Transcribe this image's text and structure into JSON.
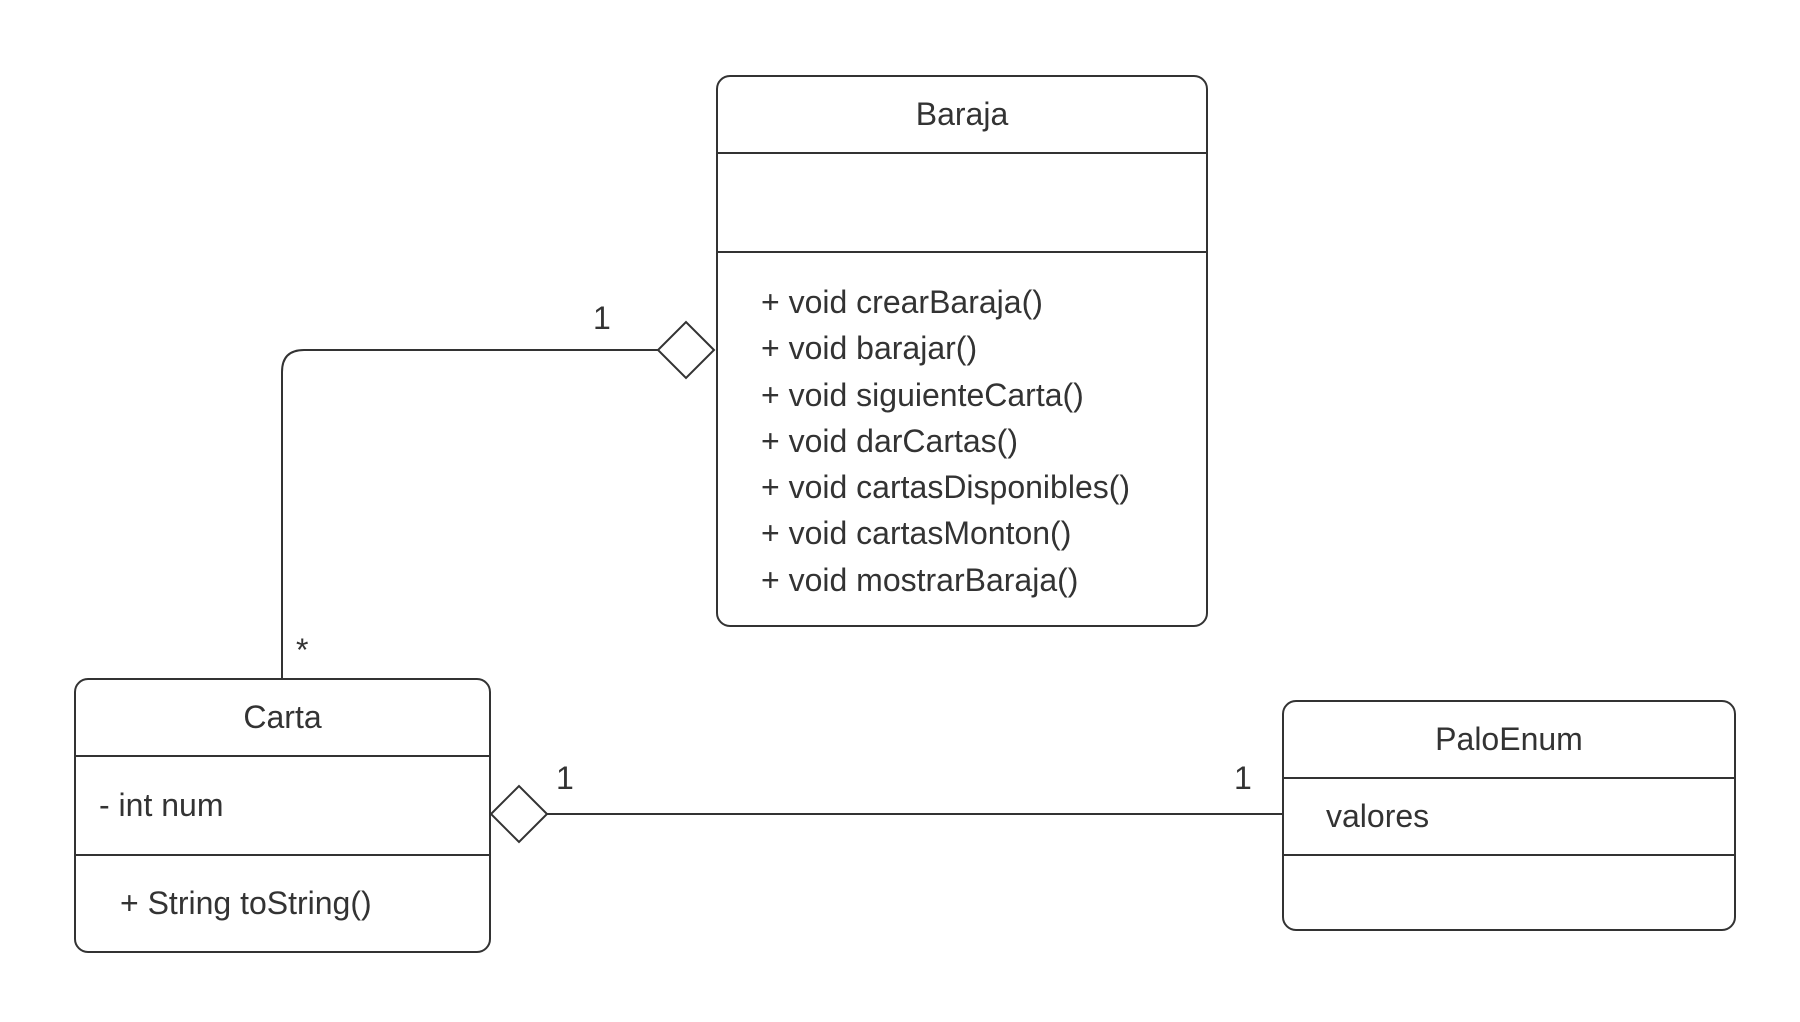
{
  "classes": {
    "baraja": {
      "name": "Baraja",
      "attributes": [],
      "methods": [
        "+ void crearBaraja()",
        "+ void barajar()",
        "+ void siguienteCarta()",
        "+ void darCartas()",
        "+ void cartasDisponibles()",
        "+ void cartasMonton()",
        "+ void mostrarBaraja()"
      ]
    },
    "carta": {
      "name": "Carta",
      "attributes": [
        "- int num"
      ],
      "methods": [
        "+ String toString()"
      ]
    },
    "paloenum": {
      "name": "PaloEnum",
      "attributes": [
        "valores"
      ],
      "methods": []
    }
  },
  "relations": {
    "baraja_carta": {
      "type": "aggregation",
      "source_mult": "1",
      "target_mult": "*"
    },
    "carta_paloenum": {
      "type": "aggregation",
      "source_mult": "1",
      "target_mult": "1"
    }
  },
  "colors": {
    "line": "#333333",
    "fill": "#ffffff",
    "text": "#333333"
  }
}
